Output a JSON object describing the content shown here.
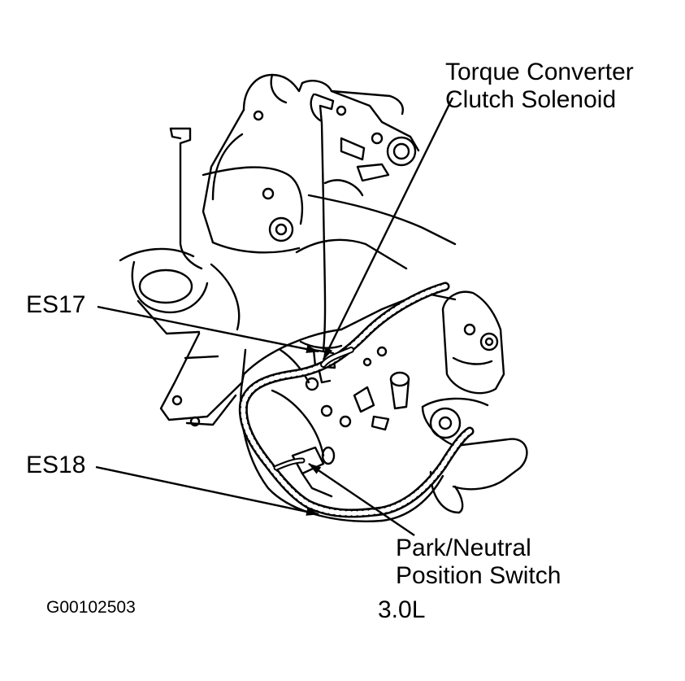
{
  "labels": {
    "tcc_line1": "Torque Converter",
    "tcc_line2": "Clutch Solenoid",
    "es17": "ES17",
    "es18": "ES18",
    "pnp_line1": "Park/Neutral",
    "pnp_line2": "Position Switch",
    "figure_id": "G00102503",
    "engine": "3.0L"
  },
  "colors": {
    "ink": "#000000",
    "paper": "#ffffff"
  }
}
